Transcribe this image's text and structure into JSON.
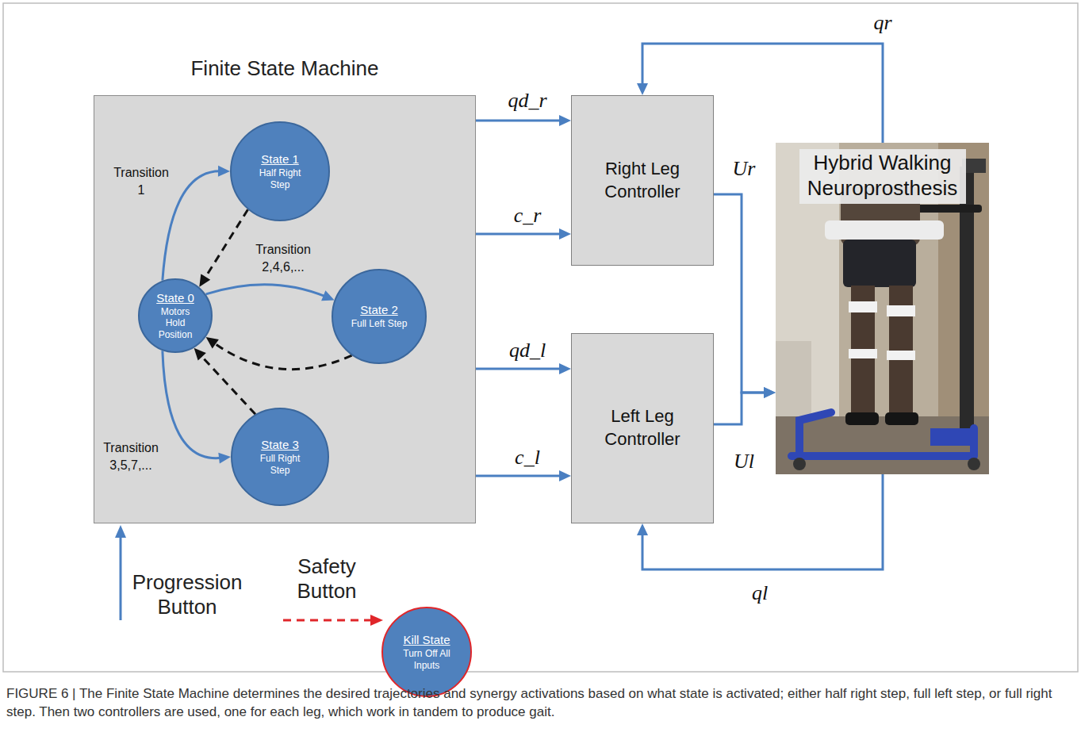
{
  "diagram": {
    "caption": "FIGURE 6 | The Finite State Machine determines the desired trajectories and synergy activations based on what state is activated; either half right step, full left step, or full right step. Then two controllers are used, one for each leg, which work in tandem to produce gait.",
    "nodes": [
      {
        "text": [
          "Finite State Machine"
        ]
      },
      {
        "text": [
          "State 1",
          "Half Right Step"
        ],
        "in": 0
      },
      {
        "text": [
          "State 0",
          "Motors Hold Position"
        ],
        "in": 0
      },
      {
        "text": [
          "State 2",
          "Full Left Step"
        ],
        "in": 0
      },
      {
        "text": [
          "State 3",
          "Full Right Step"
        ],
        "in": 0
      },
      {
        "text": [
          "Right Leg Controller"
        ]
      },
      {
        "text": [
          "Left Leg Controller"
        ]
      },
      {
        "text": [
          "Hybrid Walking Neuroprosthesis"
        ]
      },
      {
        "text": [
          "Kill State",
          "Turn Off All Inputs"
        ]
      }
    ],
    "edges": [
      {
        "from": 2,
        "to": 1,
        "arrow": "to",
        "label": "Transition 1"
      },
      {
        "from": 1,
        "to": 2,
        "arrow": "to"
      },
      {
        "from": 2,
        "to": 3,
        "arrow": "to",
        "label": "Transition 2,4,6,..."
      },
      {
        "from": 3,
        "to": 2,
        "arrow": "to"
      },
      {
        "from": 2,
        "to": 4,
        "arrow": "to",
        "label": "Transition 3,5,7,..."
      },
      {
        "from": 4,
        "to": 2,
        "arrow": "to"
      },
      {
        "from": 0,
        "to": 5,
        "arrow": "to",
        "label": "qd_r"
      },
      {
        "from": 0,
        "to": 5,
        "arrow": "to",
        "label": "c_r"
      },
      {
        "from": 0,
        "to": 6,
        "arrow": "to",
        "label": "qd_l"
      },
      {
        "from": 0,
        "to": 6,
        "arrow": "to",
        "label": "c_l"
      },
      {
        "from": 5,
        "to": 7,
        "arrow": "to",
        "label": "Ur"
      },
      {
        "from": 6,
        "to": 7,
        "arrow": "to",
        "label": "Ul"
      },
      {
        "from": 7,
        "to": 5,
        "arrow": "to",
        "label": "qr"
      },
      {
        "from": 7,
        "to": 6,
        "arrow": "to",
        "label": "ql"
      }
    ],
    "labels": [
      "Progression Button",
      "Safety Button"
    ]
  }
}
